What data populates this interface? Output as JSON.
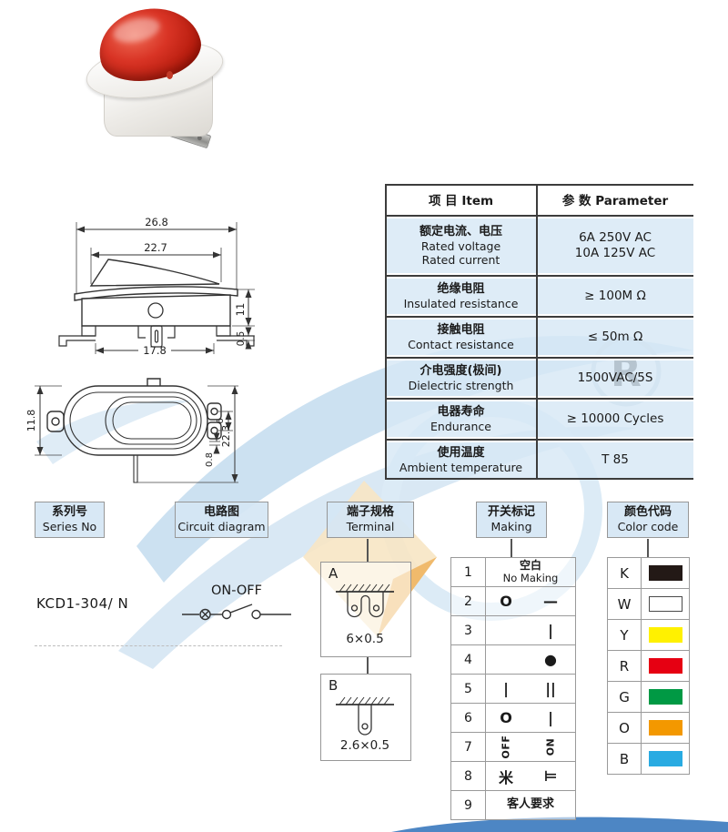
{
  "spec_table": {
    "header": {
      "item": "项 目  Item",
      "param": "参 数  Parameter"
    },
    "rows": [
      {
        "zh": "额定电流、电压",
        "en": "Rated voltage",
        "en2": "Rated current",
        "value": "6A   250V AC",
        "value2": "10A 125V AC"
      },
      {
        "zh": "绝缘电阻",
        "en": "Insulated resistance",
        "value": "≥ 100M Ω"
      },
      {
        "zh": "接触电阻",
        "en": "Contact resistance",
        "value": "≤ 50m Ω"
      },
      {
        "zh": "介电强度(极间)",
        "en": "Dielectric strength",
        "value": "1500VAC/5S"
      },
      {
        "zh": "电器寿命",
        "en": "Endurance",
        "value": "≥ 10000 Cycles"
      },
      {
        "zh": "使用温度",
        "en": "Ambient temperature",
        "value": "T 85"
      }
    ]
  },
  "dimensions": {
    "front_view": {
      "width_outer": "26.8",
      "width_rocker": "22.7",
      "height_body": "11",
      "flange_thickness": "0.5",
      "width_bottom": "17.8"
    },
    "top_view": {
      "height": "11.8",
      "pin_spacing": "6",
      "ear_offset": "0.8",
      "total_height": "22.3"
    }
  },
  "sections": {
    "series": {
      "title_zh": "系列号",
      "title_en": "Series No",
      "value": "KCD1-304/ N"
    },
    "circuit": {
      "title_zh": "电路图",
      "title_en": "Circuit diagram",
      "label": "ON-OFF"
    },
    "terminal": {
      "title_zh": "端子规格",
      "title_en": "Terminal",
      "a_label": "A",
      "a_size": "6×0.5",
      "b_label": "B",
      "b_size": "2.6×0.5"
    },
    "making": {
      "title_zh": "开关标记",
      "title_en": "Making",
      "rows": [
        {
          "no": "1",
          "center": "空白",
          "center2": "No Making"
        },
        {
          "no": "2",
          "left": "O",
          "right": "—"
        },
        {
          "no": "3",
          "left": "",
          "right": "|"
        },
        {
          "no": "4",
          "left": "",
          "right": "●"
        },
        {
          "no": "5",
          "left": "|",
          "right": "||"
        },
        {
          "no": "6",
          "left": "O",
          "right": "|"
        },
        {
          "no": "7",
          "left": "OFF",
          "right": "ON",
          "rotate": true
        },
        {
          "no": "8",
          "left": "米",
          "right": "⊨"
        },
        {
          "no": "9",
          "center": "客人要求"
        }
      ]
    },
    "color_code": {
      "title_zh": "颜色代码",
      "title_en": "Color code",
      "rows": [
        {
          "code": "K",
          "color": "#231916",
          "outlined": false
        },
        {
          "code": "W",
          "color": "#ffffff",
          "outlined": true
        },
        {
          "code": "Y",
          "color": "#fff100",
          "outlined": false
        },
        {
          "code": "R",
          "color": "#e60012",
          "outlined": false
        },
        {
          "code": "G",
          "color": "#009944",
          "outlined": false
        },
        {
          "code": "O",
          "color": "#f39800",
          "outlined": false
        },
        {
          "code": "B",
          "color": "#29abe2",
          "outlined": false
        }
      ]
    }
  },
  "palette": {
    "table_row_bg": "#d7e8f5",
    "header_box_bg": "#d5e6f4",
    "line_dark": "#3c3c3c",
    "grid_gray": "#9a9a9a",
    "watermark_blue": "#c3dcee",
    "watermark_tan": "#f7e5c4",
    "bottom_wave_blue": "#3e7cbf",
    "rocker_red": "#cf2a1b"
  }
}
